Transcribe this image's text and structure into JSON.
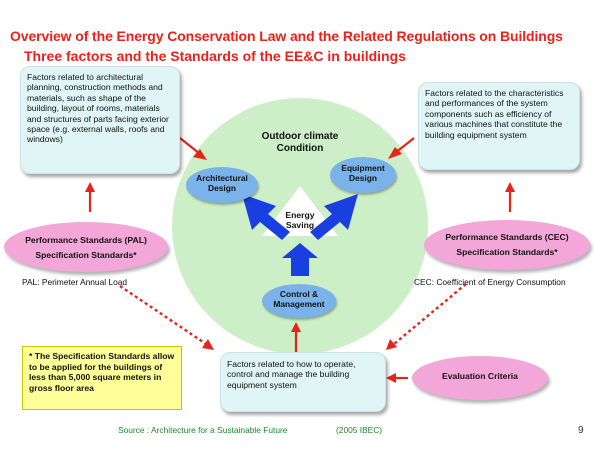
{
  "title": {
    "line1": "Overview of the Energy Conservation Law and the Related Regulations on Buildings",
    "line2": "Three factors and the Standards of the EE&C in buildings"
  },
  "boxes": {
    "architectural": "Factors related to architectural planning, construction methods and materials, such as shape of the building, layout of rooms, materials and structures of parts facing exterior space (e.g. external walls, roofs and windows)",
    "equipment": "Factors related to the characteristics and performances of the system components such as efficiency of various machines that constitute the building equipment system",
    "operation": "Factors related to how to operate, control and manage the building equipment system",
    "note": "*  The  Specification Standards allow to be applied  for the buildings of less than 5,000 square meters in gross floor area"
  },
  "circle": {
    "outdoor_line1": "Outdoor climate",
    "outdoor_line2": "Condition",
    "architectural_line1": "Architectural",
    "architectural_line2": "Design",
    "equipment_line1": "Equipment",
    "equipment_line2": "Design",
    "energy_line1": "Energy",
    "energy_line2": "Saving",
    "control_line1": "Control &",
    "control_line2": "Management"
  },
  "ovals": {
    "pal_line1": "Performance Standards (PAL)",
    "pal_line2": "Specification Standards*",
    "cec_line1": "Performance Standards (CEC)",
    "cec_line2": "Specification Standards*",
    "evaluation": "Evaluation Criteria"
  },
  "labels": {
    "pal_def": "PAL: Perimeter Annual Load",
    "cec_def": "CEC: Coefficient of Energy Consumption"
  },
  "footer": {
    "source": "Source : Architecture for a Sustainable Future",
    "year": "(2005 IBEC)",
    "page": "9"
  },
  "colors": {
    "title": "#e8231a",
    "circle": "#ccefc7",
    "box": "#dff5f6",
    "pink": "#f3a6d8",
    "blue_oval": "#7ab3ea",
    "arrow_blue": "#1a3fe0",
    "arrow_red": "#e8231a",
    "note": "#ffff99",
    "source": "#1a8a2a"
  }
}
